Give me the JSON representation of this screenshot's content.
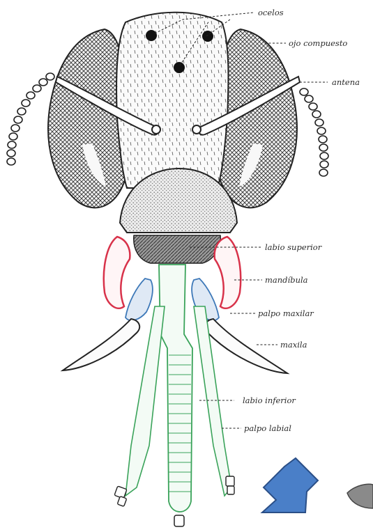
{
  "labels": {
    "ocelos": "ocelos",
    "ojo_compuesto": "ojo compuesto",
    "antena": "antena",
    "labio_superior": "labio superior",
    "mandibula": "mandíbula",
    "palpo_maxilar": "palpo maxilar",
    "maxila": "maxila",
    "labio_inferior": "labio inferior",
    "palpo_labial": "palpo labial"
  },
  "colors": {
    "mandibula": "#d8324a",
    "palpo_maxilar": "#3d78b8",
    "labio_inferior": "#3aa35a",
    "arrow_fill": "#4a7fc8",
    "arrow_stroke": "#2b4f87",
    "ink": "#222222"
  }
}
